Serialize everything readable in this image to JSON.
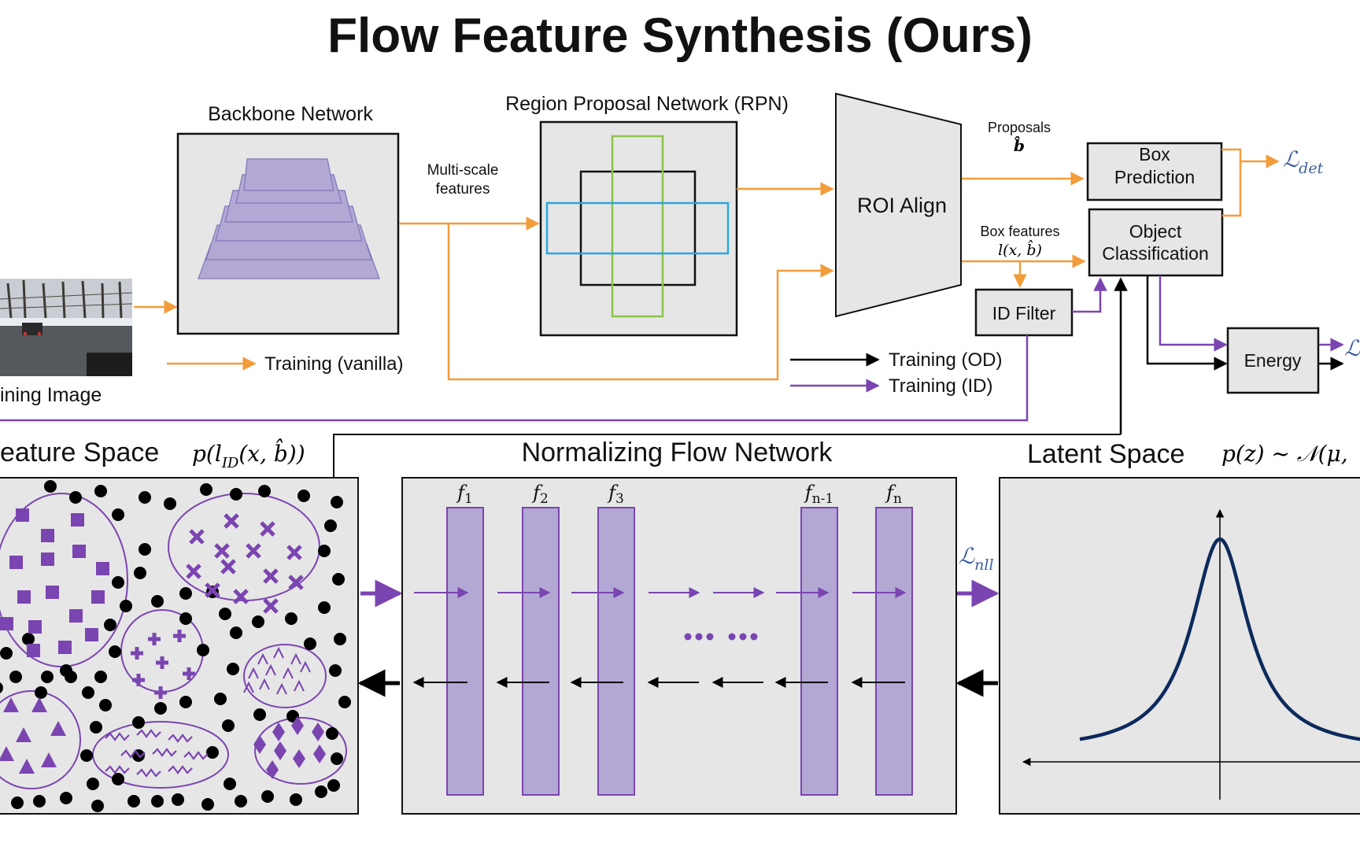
{
  "title": "Flow Feature Synthesis (Ours)",
  "backbone": {
    "label": "Backbone Network"
  },
  "multiscale": {
    "line1": "Multi-scale",
    "line2": "features"
  },
  "rpn": {
    "label": "Region Proposal Network (RPN)"
  },
  "roi": {
    "label": "ROI Align"
  },
  "proposals": {
    "label": "Proposals",
    "symbol": "b̂"
  },
  "box_features": {
    "label": "Box features",
    "symbol": "l(x, b̂)"
  },
  "box_prediction": {
    "line1": "Box",
    "line2": "Prediction"
  },
  "object_classification": {
    "line1": "Object",
    "line2": "Classification"
  },
  "id_filter": {
    "label": "ID Filter"
  },
  "energy": {
    "label": "Energy"
  },
  "loss_det": "ℒ",
  "loss_det_sub": "det",
  "loss_right": "ℒ",
  "loss_nll": "ℒ",
  "loss_nll_sub": "nll",
  "training_image": {
    "label": "ining Image"
  },
  "legend": {
    "vanilla": "Training (vanilla)",
    "od": "Training (OD)",
    "id": "Training (ID)"
  },
  "feature_space": {
    "label": "eature Space",
    "formula": "p(l",
    "formula_sub": "ID",
    "formula_rest": "(x, b̂))"
  },
  "flow_network": {
    "label": "Normalizing Flow Network"
  },
  "flow_labels": [
    {
      "f": "f",
      "sub": "1"
    },
    {
      "f": "f",
      "sub": "2"
    },
    {
      "f": "f",
      "sub": "3"
    },
    {
      "f": "f",
      "sub": "n-1"
    },
    {
      "f": "f",
      "sub": "n"
    }
  ],
  "latent_space": {
    "label": "Latent Space",
    "formula": "p(z) ~ 𝒩(μ,"
  },
  "colors": {
    "orange": "#f39c3a",
    "purple": "#7a45b0",
    "box_fill": "#e6e6e6",
    "layer_fill": "#b3a8d4",
    "rpn_green": "#8bc34a",
    "rpn_blue": "#29a8e0",
    "curve": "#0d2a5c",
    "loss_blue": "#3d5f9e"
  },
  "icons": [
    "arrow-right",
    "arrow-left",
    "ellipsis-dots"
  ]
}
